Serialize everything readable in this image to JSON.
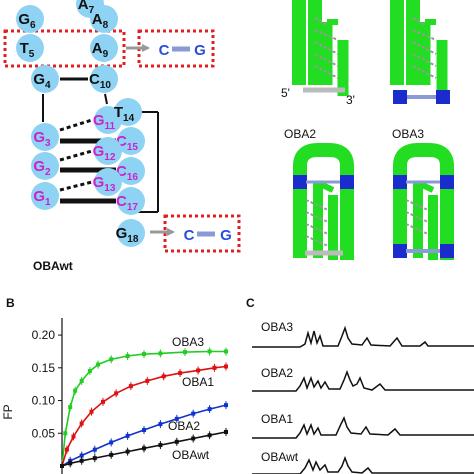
{
  "panels": {
    "a": {
      "nucleotides": {
        "a7": {
          "base": "A",
          "num": "7"
        },
        "g6": {
          "base": "G",
          "num": "6"
        },
        "a8": {
          "base": "A",
          "num": "8"
        },
        "t5": {
          "base": "T",
          "num": "5"
        },
        "a9": {
          "base": "A",
          "num": "9"
        },
        "g4": {
          "base": "G",
          "num": "4"
        },
        "c10": {
          "base": "C",
          "num": "10"
        },
        "g11": {
          "base": "G",
          "num": "11"
        },
        "t14": {
          "base": "T",
          "num": "14"
        },
        "g3": {
          "base": "G",
          "num": "3"
        },
        "c15": {
          "base": "C",
          "num": "15"
        },
        "g12": {
          "base": "G",
          "num": "12"
        },
        "g2": {
          "base": "G",
          "num": "2"
        },
        "c16": {
          "base": "C",
          "num": "16"
        },
        "g13": {
          "base": "G",
          "num": "13"
        },
        "g1": {
          "base": "G",
          "num": "1"
        },
        "c17": {
          "base": "C",
          "num": "17"
        },
        "g18": {
          "base": "G",
          "num": "18"
        }
      },
      "pair_top": {
        "left": "C",
        "right": "G"
      },
      "pair_bottom": {
        "left": "C",
        "right": "G"
      },
      "name": "OBAwt",
      "colors": {
        "circle": "#8fd3f4",
        "magenta": "#cc22cc",
        "red_box": "#e02020",
        "arrow": "#999999",
        "pair_line": "#8a9ad8"
      }
    },
    "schematics": {
      "end5": "5'",
      "end3": "3'",
      "labels": [
        "OBA2",
        "OBA3"
      ],
      "colors": {
        "strand": "#22dd22",
        "strand_dark": "#118811",
        "block": "#1a2ccc",
        "rung": "#bbbbbb",
        "pair_link": "#8a9ad8"
      }
    },
    "b": {
      "letter": "B",
      "ylabel": "FP",
      "series_labels": [
        "OBA3",
        "OBA1",
        "OBA2",
        "OBAwt"
      ]
    },
    "c": {
      "letter": "C",
      "traces": [
        "OBA3",
        "OBA2",
        "OBA1",
        "OBAwt"
      ]
    }
  },
  "chart_data": {
    "type": "line",
    "ylabel": "FP",
    "yticks": [
      "0.20",
      "0.15",
      "0.10",
      "0.05"
    ],
    "ylim": [
      0.0,
      0.22
    ],
    "xlim": [
      0,
      1
    ],
    "series": [
      {
        "name": "OBA3",
        "color": "#22cc22",
        "x": [
          0.0,
          0.02,
          0.05,
          0.08,
          0.12,
          0.17,
          0.22,
          0.3,
          0.4,
          0.5,
          0.6,
          0.75,
          0.9,
          1.0
        ],
        "y": [
          0.0,
          0.05,
          0.09,
          0.115,
          0.13,
          0.145,
          0.155,
          0.163,
          0.168,
          0.171,
          0.172,
          0.174,
          0.175,
          0.175
        ]
      },
      {
        "name": "OBA1",
        "color": "#dd1111",
        "x": [
          0.0,
          0.03,
          0.07,
          0.12,
          0.18,
          0.25,
          0.33,
          0.42,
          0.52,
          0.62,
          0.72,
          0.83,
          0.93,
          1.0
        ],
        "y": [
          0.0,
          0.025,
          0.045,
          0.065,
          0.083,
          0.098,
          0.111,
          0.122,
          0.13,
          0.137,
          0.142,
          0.146,
          0.15,
          0.152
        ]
      },
      {
        "name": "OBA2",
        "color": "#1133cc",
        "x": [
          0.0,
          0.05,
          0.12,
          0.2,
          0.3,
          0.4,
          0.5,
          0.6,
          0.7,
          0.8,
          0.9,
          1.0
        ],
        "y": [
          0.0,
          0.008,
          0.016,
          0.025,
          0.036,
          0.046,
          0.055,
          0.064,
          0.072,
          0.08,
          0.087,
          0.093
        ]
      },
      {
        "name": "OBAwt",
        "color": "#111111",
        "x": [
          0.0,
          0.05,
          0.12,
          0.2,
          0.3,
          0.4,
          0.5,
          0.6,
          0.7,
          0.8,
          0.9,
          1.0
        ],
        "y": [
          0.0,
          0.004,
          0.008,
          0.012,
          0.017,
          0.022,
          0.027,
          0.032,
          0.037,
          0.042,
          0.047,
          0.052
        ]
      }
    ],
    "grid": false
  }
}
